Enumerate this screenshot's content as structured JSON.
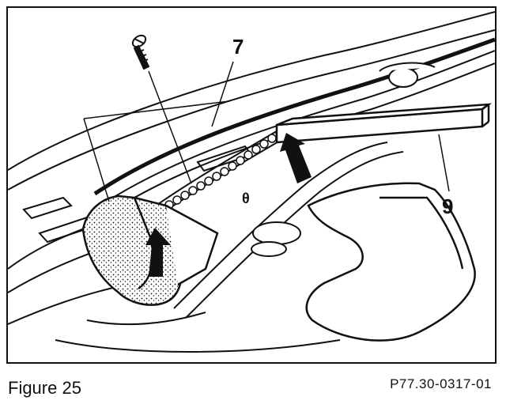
{
  "figure": {
    "caption": "Figure 25",
    "code": "P77.30-0317-01",
    "callouts": {
      "seven": "7",
      "nine": "9",
      "theta": "θ"
    },
    "icons": [
      "screw-icon",
      "up-arrow-icon",
      "slanted-arrow-icon"
    ]
  }
}
